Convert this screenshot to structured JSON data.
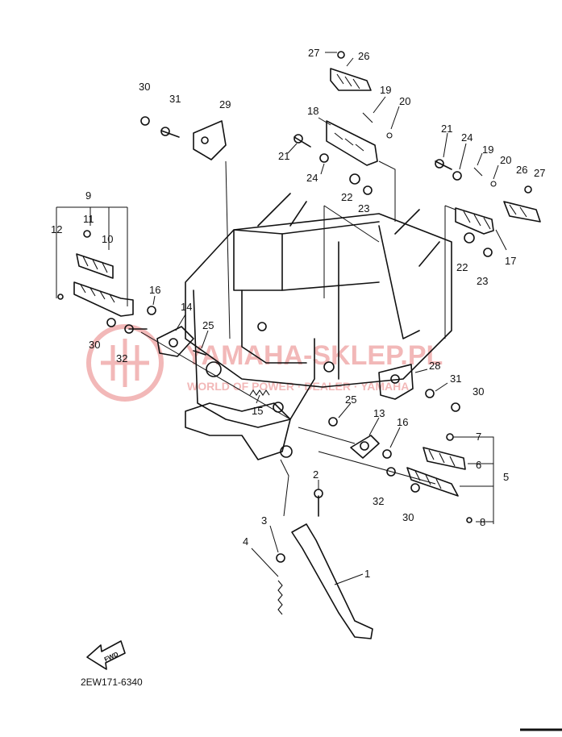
{
  "drawing_code": "2EW171-6340",
  "front_arrow_label": "FWD",
  "watermark": {
    "text": "YAMAHA-SKLEP.PL",
    "subtext": "WORLD OF POWER · DEALER · YAMAHA",
    "color": "#f2b8b8"
  },
  "colors": {
    "ink": "#111111",
    "background": "#ffffff",
    "watermark": "#f2b8b8"
  },
  "labels": [
    {
      "id": "l27a",
      "text": "27"
    },
    {
      "id": "l26a",
      "text": "26"
    },
    {
      "id": "l19a",
      "text": "19"
    },
    {
      "id": "l20a",
      "text": "20"
    },
    {
      "id": "l18",
      "text": "18"
    },
    {
      "id": "l21a",
      "text": "21"
    },
    {
      "id": "l24a",
      "text": "24"
    },
    {
      "id": "l22a",
      "text": "22"
    },
    {
      "id": "l23a",
      "text": "23"
    },
    {
      "id": "l30a",
      "text": "30"
    },
    {
      "id": "l31a",
      "text": "31"
    },
    {
      "id": "l29",
      "text": "29"
    },
    {
      "id": "l21b",
      "text": "21"
    },
    {
      "id": "l24b",
      "text": "24"
    },
    {
      "id": "l19b",
      "text": "19"
    },
    {
      "id": "l20b",
      "text": "20"
    },
    {
      "id": "l26b",
      "text": "26"
    },
    {
      "id": "l27b",
      "text": "27"
    },
    {
      "id": "l22b",
      "text": "22"
    },
    {
      "id": "l17",
      "text": "17"
    },
    {
      "id": "l23b",
      "text": "23"
    },
    {
      "id": "l9",
      "text": "9"
    },
    {
      "id": "l11",
      "text": "11"
    },
    {
      "id": "l12",
      "text": "12"
    },
    {
      "id": "l10",
      "text": "10"
    },
    {
      "id": "l16a",
      "text": "16"
    },
    {
      "id": "l14",
      "text": "14"
    },
    {
      "id": "l25a",
      "text": "25"
    },
    {
      "id": "l30b",
      "text": "30"
    },
    {
      "id": "l32a",
      "text": "32"
    },
    {
      "id": "l15",
      "text": "15"
    },
    {
      "id": "l28",
      "text": "28"
    },
    {
      "id": "l31b",
      "text": "31"
    },
    {
      "id": "l30c",
      "text": "30"
    },
    {
      "id": "l25b",
      "text": "25"
    },
    {
      "id": "l13",
      "text": "13"
    },
    {
      "id": "l16b",
      "text": "16"
    },
    {
      "id": "l7",
      "text": "7"
    },
    {
      "id": "l6",
      "text": "6"
    },
    {
      "id": "l5",
      "text": "5"
    },
    {
      "id": "l32b",
      "text": "32"
    },
    {
      "id": "l30d",
      "text": "30"
    },
    {
      "id": "l8",
      "text": "8"
    },
    {
      "id": "l2",
      "text": "2"
    },
    {
      "id": "l3",
      "text": "3"
    },
    {
      "id": "l4",
      "text": "4"
    },
    {
      "id": "l1",
      "text": "1"
    }
  ]
}
